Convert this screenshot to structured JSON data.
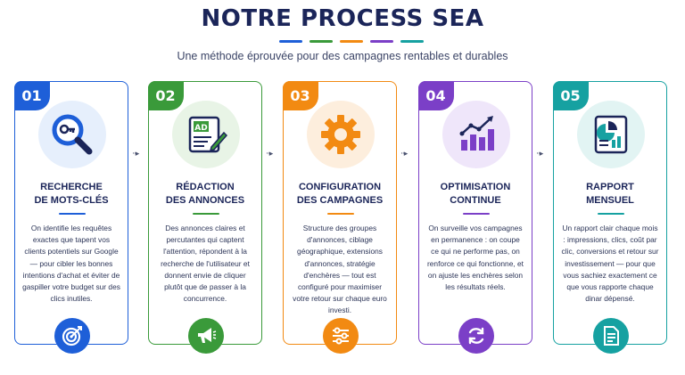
{
  "header": {
    "title": "NOTRE PROCESS SEA",
    "subtitle": "Une méthode éprouvée pour des campagnes rentables et durables"
  },
  "colors": {
    "blue": "#1e5fd8",
    "green": "#3a9a3a",
    "orange": "#f28a12",
    "purple": "#7b3fc7",
    "teal": "#16a1a1",
    "navy": "#1b2559"
  },
  "arrow_glyph": "··▸",
  "steps": [
    {
      "number": "01",
      "title": "RECHERCHE\nDE MOTS-CLÉS",
      "description": "On identifie les requêtes exactes que tapent vos clients potentiels sur Google — pour cibler les bonnes intentions d'achat et éviter de gaspiller votre budget sur des clics inutiles.",
      "main_icon": "key-magnifier-icon",
      "bottom_icon": "target-icon"
    },
    {
      "number": "02",
      "title": "RÉDACTION\nDES ANNONCES",
      "description": "Des annonces claires et percutantes qui captent l'attention, répondent à la recherche de l'utilisateur et donnent envie de cliquer plutôt que de passer à la concurrence.",
      "main_icon": "ad-document-icon",
      "ad_label": "AD",
      "bottom_icon": "megaphone-icon"
    },
    {
      "number": "03",
      "title": "CONFIGURATION\nDES CAMPAGNES",
      "description": "Structure des groupes d'annonces, ciblage géographique, extensions d'annonces, stratégie d'enchères — tout est configuré pour maximiser votre retour sur chaque euro investi.",
      "main_icon": "gear-icon",
      "bottom_icon": "sliders-icon"
    },
    {
      "number": "04",
      "title": "OPTIMISATION\nCONTINUE",
      "description": "On surveille vos campagnes en permanence : on coupe ce qui ne performe pas, on renforce ce qui fonctionne, et on ajuste les enchères selon les résultats réels.",
      "main_icon": "growth-chart-icon",
      "bottom_icon": "refresh-icon"
    },
    {
      "number": "05",
      "title": "RAPPORT\nMENSUEL",
      "description": "Un rapport clair chaque mois : impressions, clics, coût par clic, conversions et retour sur investissement — pour que vous sachiez exactement ce que vous rapporte chaque dinar dépensé.",
      "main_icon": "report-icon",
      "bottom_icon": "document-icon"
    }
  ]
}
